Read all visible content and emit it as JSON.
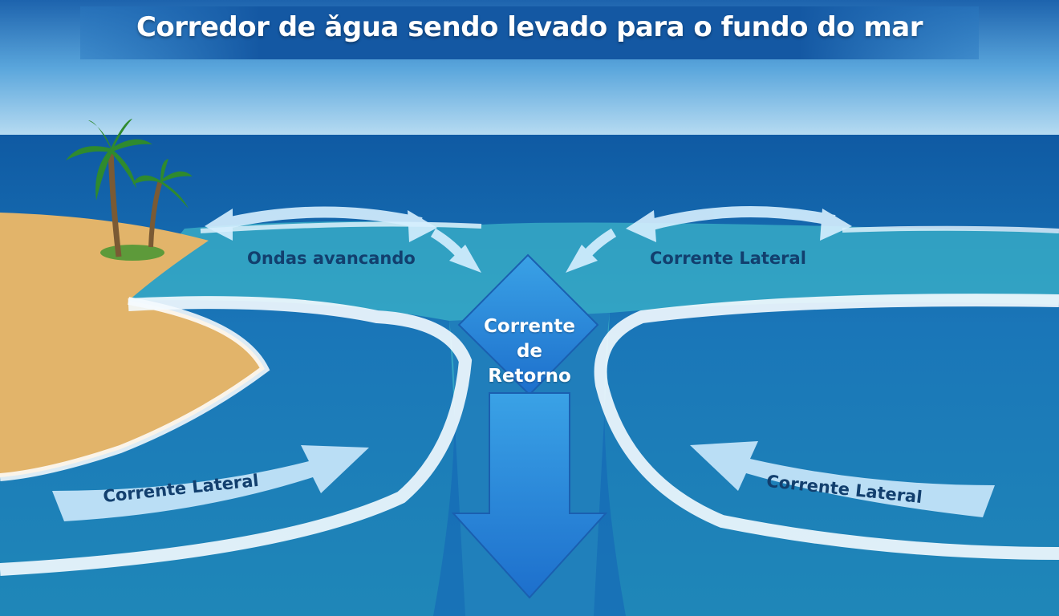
{
  "title": "Corredor de ǎgua sendo levado para o fundo do mar",
  "labels": {
    "waves_advancing": "Ondas avancando",
    "lateral_top_right": "Corrente Lateral",
    "lateral_bottom_left": "Corrente Lateral",
    "lateral_bottom_right": "Corrente Lateral",
    "rip_line1": "Corrente",
    "rip_line2": "de",
    "rip_line3": "Retorno"
  },
  "colors": {
    "title_band": "#1a5fa8",
    "sea": "#1a72b5",
    "shallow": "#3fb5c4",
    "sand": "#e2b46a",
    "rip_arrow": "#2a86d6",
    "label_dark": "#123f6e"
  }
}
